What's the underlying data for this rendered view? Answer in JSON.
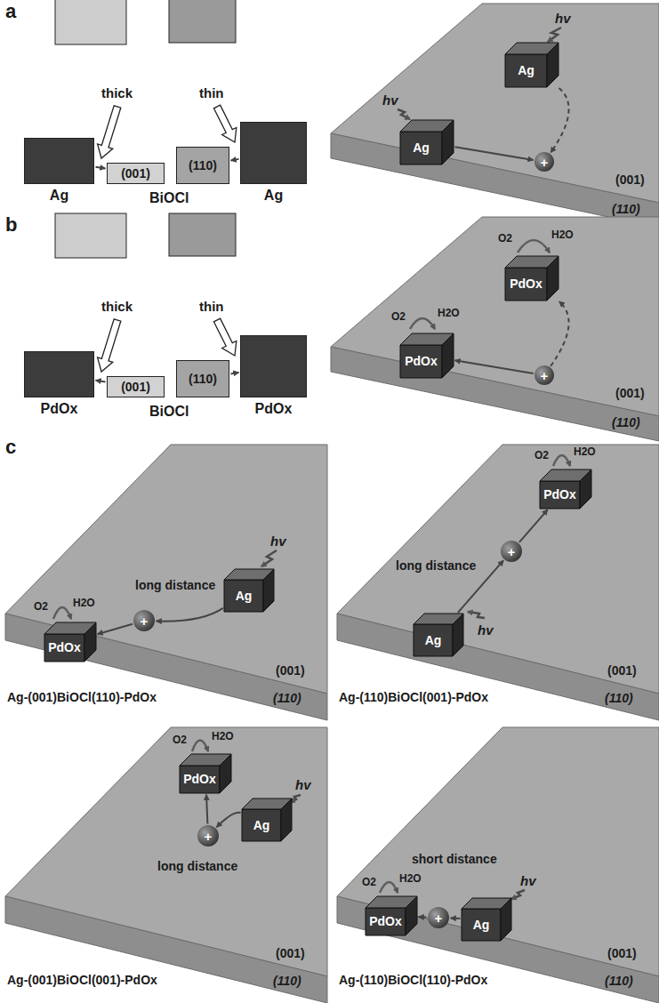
{
  "diagram": {
    "nodes": [
      {
        "text": [
          "Ag"
        ]
      },
      {
        "text": [
          "(001)"
        ]
      },
      {
        "text": [
          "(110)"
        ]
      },
      {
        "text": [
          "Ag"
        ]
      },
      {
        "text": [
          "(001)",
          "(110)"
        ]
      },
      {
        "text": [
          "Ag"
        ],
        "in": 4
      },
      {
        "text": [
          "Ag"
        ],
        "in": 4
      },
      {
        "text": [
          "+"
        ],
        "in": 4
      },
      {
        "text": [
          "PdOx"
        ]
      },
      {
        "text": [
          "(001)"
        ]
      },
      {
        "text": [
          "(110)"
        ]
      },
      {
        "text": [
          "PdOx"
        ]
      },
      {
        "text": [
          "(001)",
          "(110)"
        ]
      },
      {
        "text": [
          "PdOx"
        ],
        "in": 12
      },
      {
        "text": [
          "PdOx"
        ],
        "in": 12
      },
      {
        "text": [
          "+"
        ],
        "in": 12
      },
      {
        "text": [
          "(001)",
          "(110)"
        ]
      },
      {
        "text": [
          "Ag"
        ],
        "in": 16
      },
      {
        "text": [
          "+"
        ],
        "in": 16
      },
      {
        "text": [
          "PdOx"
        ],
        "in": 16
      },
      {
        "text": [
          "(001)",
          "(110)"
        ]
      },
      {
        "text": [
          "PdOx"
        ],
        "in": 20
      },
      {
        "text": [
          "+"
        ],
        "in": 20
      },
      {
        "text": [
          "Ag"
        ],
        "in": 20
      },
      {
        "text": [
          "(001)",
          "(110)"
        ]
      },
      {
        "text": [
          "PdOx"
        ],
        "in": 24
      },
      {
        "text": [
          "+"
        ],
        "in": 24
      },
      {
        "text": [
          "Ag"
        ],
        "in": 24
      },
      {
        "text": [
          "(001)",
          "(110)"
        ]
      },
      {
        "text": [
          "PdOx"
        ],
        "in": 28
      },
      {
        "text": [
          "+"
        ],
        "in": 28
      },
      {
        "text": [
          "Ag"
        ],
        "in": 28
      }
    ],
    "edges": [
      {
        "from": 0,
        "to": 1,
        "arrow": "to"
      },
      {
        "from": 3,
        "to": 2,
        "arrow": "to"
      },
      {
        "from": 6,
        "to": 7,
        "arrow": "to"
      },
      {
        "from": 5,
        "to": 7,
        "arrow": "to"
      },
      {
        "from": 9,
        "to": 8,
        "arrow": "to"
      },
      {
        "from": 10,
        "to": 11,
        "arrow": "to"
      },
      {
        "from": 15,
        "to": 14,
        "arrow": "to"
      },
      {
        "from": 15,
        "to": 13,
        "arrow": "to"
      },
      {
        "from": 17,
        "to": 18,
        "arrow": "to"
      },
      {
        "from": 18,
        "to": 19,
        "arrow": "to"
      },
      {
        "from": 23,
        "to": 22,
        "arrow": "to"
      },
      {
        "from": 22,
        "to": 21,
        "arrow": "to"
      },
      {
        "from": 27,
        "to": 26,
        "arrow": "to"
      },
      {
        "from": 26,
        "to": 25,
        "arrow": "to"
      },
      {
        "from": 31,
        "to": 30,
        "arrow": "to"
      },
      {
        "from": 30,
        "to": 29,
        "arrow": "to"
      }
    ],
    "labels": [
      "a",
      "thick",
      "thin",
      "BiOCl",
      "hv",
      "hv",
      "b",
      "thick",
      "thin",
      "BiOCl",
      "O2",
      "H2O",
      "O2",
      "H2O",
      "c",
      "O2",
      "H2O",
      "long distance",
      "hv",
      "Ag-(001)BiOCl(110)-PdOx",
      "O2",
      "H2O",
      "long distance",
      "hv",
      "Ag-(110)BiOCl(001)-PdOx",
      "O2",
      "H2O",
      "hv",
      "long distance",
      "Ag-(001)BiOCl(001)-PdOx",
      "short distance",
      "O2",
      "H2O",
      "hv",
      "Ag-(110)BiOCl(110)-PdOx"
    ]
  }
}
